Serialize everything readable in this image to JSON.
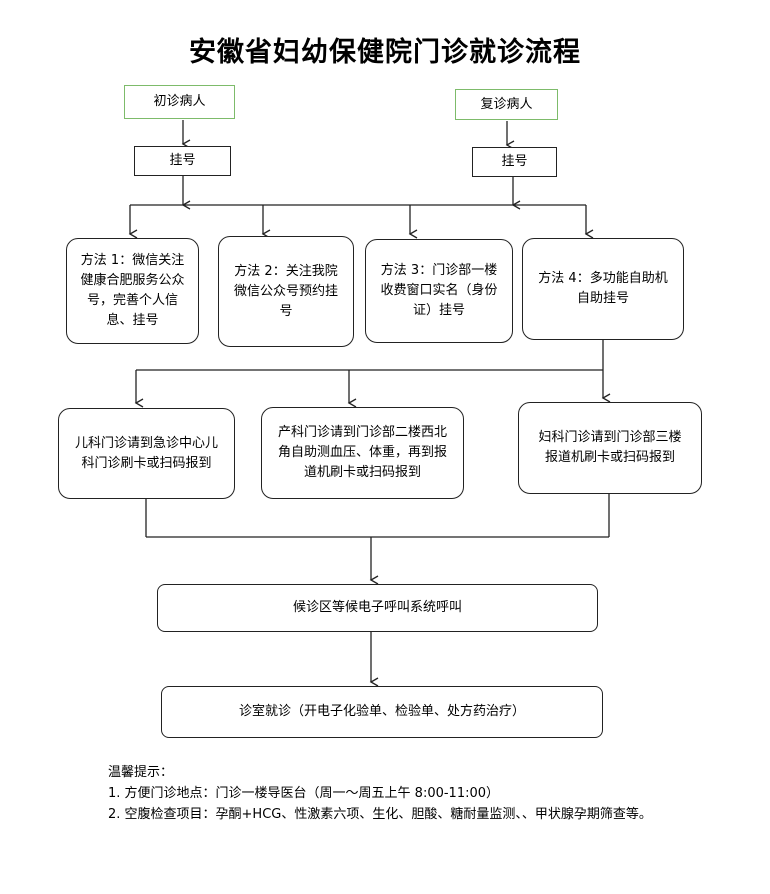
{
  "title": "安徽省妇幼保健院门诊就诊流程",
  "patients": {
    "first": "初诊病人",
    "return": "复诊病人"
  },
  "register": {
    "left": "挂号",
    "right": "挂号"
  },
  "methods": [
    "方法 1：微信关注健康合肥服务公众号，完善个人信息、挂号",
    "方法 2：关注我院微信公众号预约挂号",
    "方法 3：门诊部一楼收费窗口实名（身份证）挂号",
    "方法 4：多功能自助机自助挂号"
  ],
  "departments": [
    "儿科门诊请到急诊中心儿科门诊刷卡或扫码报到",
    "产科门诊请到门诊部二楼西北角自助测血压、体重，再到报道机刷卡或扫码报到",
    "妇科门诊请到门诊部三楼报道机刷卡或扫码报到"
  ],
  "waiting": "候诊区等候电子呼叫系统呼叫",
  "consultation": "诊室就诊（开电子化验单、检验单、处方药治疗）",
  "tips": {
    "heading": "温馨提示：",
    "items": [
      "1.  方便门诊地点：门诊一楼导医台（周一～周五上午 8:00-11:00）",
      "2.  空腹检查项目：孕酮+HCG、性激素六项、生化、胆酸、糖耐量监测、、甲状腺孕期筛查等。"
    ]
  }
}
